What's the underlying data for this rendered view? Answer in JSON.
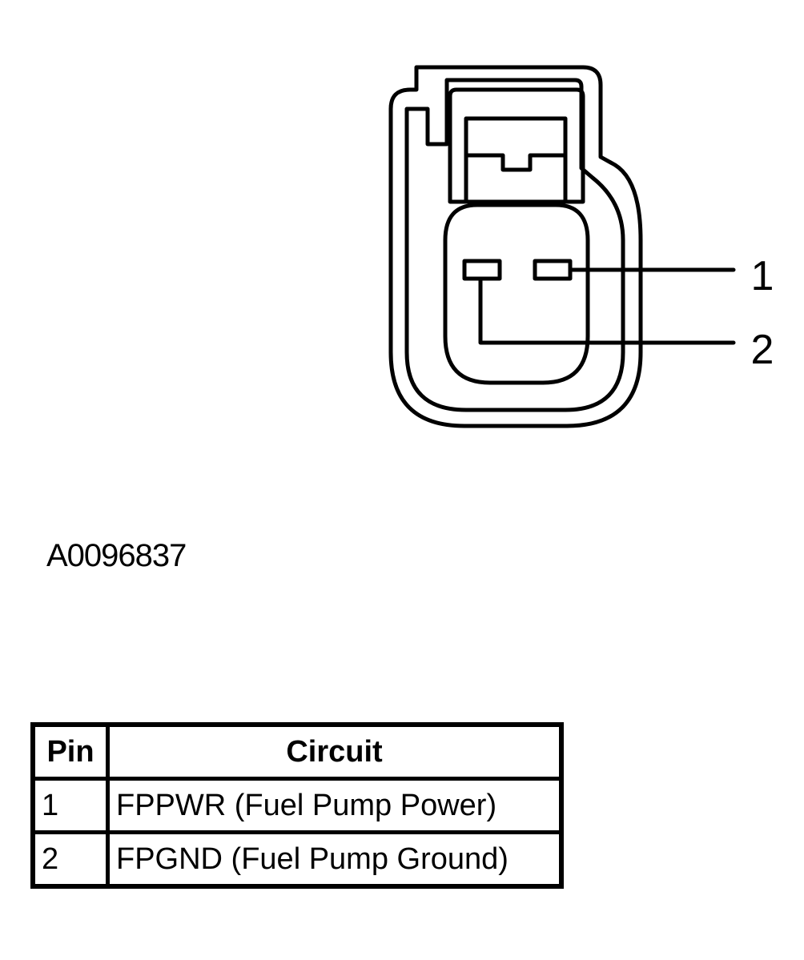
{
  "diagram": {
    "pin_callouts": [
      "1",
      "2"
    ]
  },
  "figure_id": "A0096837",
  "table": {
    "headers": [
      "Pin",
      "Circuit"
    ],
    "rows": [
      {
        "pin": "1",
        "circuit": "FPPWR (Fuel Pump Power)"
      },
      {
        "pin": "2",
        "circuit": "FPGND (Fuel Pump Ground)"
      }
    ]
  }
}
